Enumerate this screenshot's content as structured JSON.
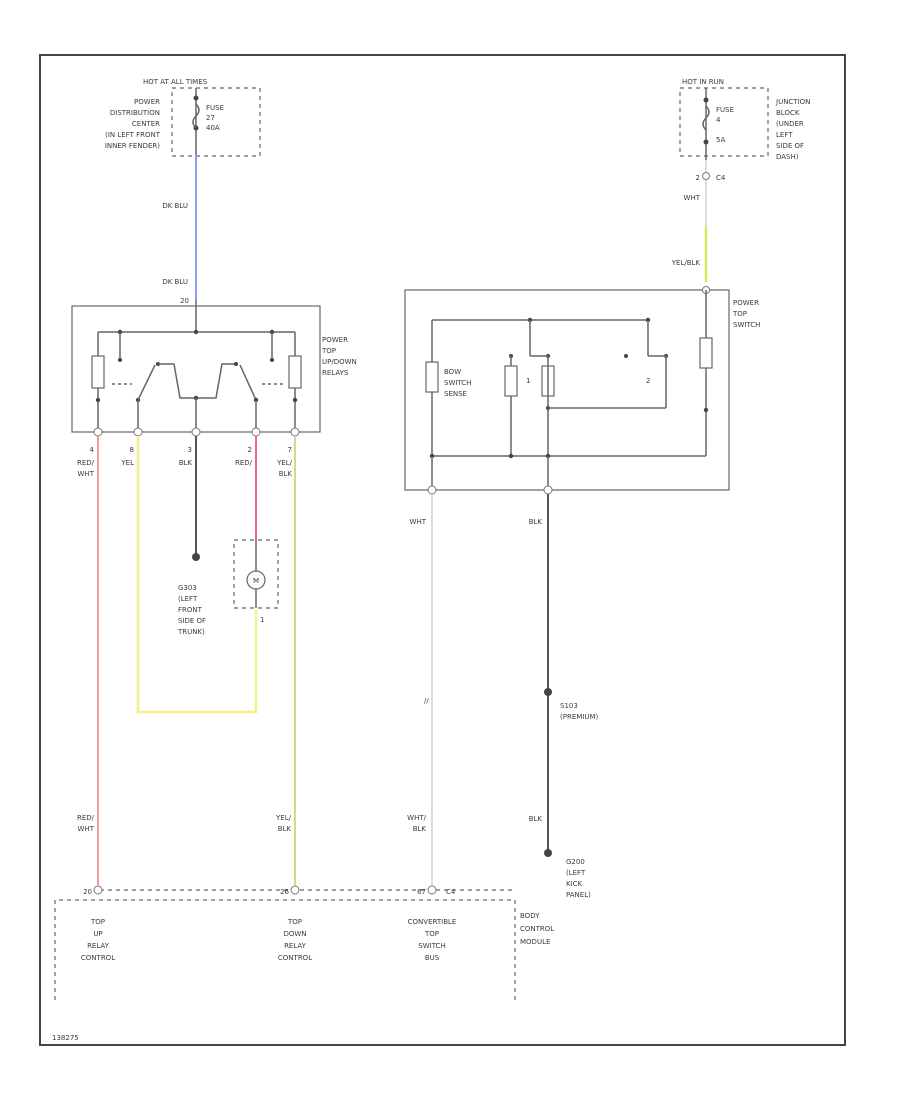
{
  "diagram": {
    "corner_code": "138275",
    "fuse_left": {
      "header": "HOT AT ALL TIMES",
      "location": [
        "POWER",
        "DISTRIBUTION",
        "CENTER",
        "(IN LEFT FRONT",
        "INNER FENDER)"
      ],
      "fuse": [
        "FUSE",
        "27",
        "40A"
      ],
      "pin": "20"
    },
    "fuse_right": {
      "header": "HOT IN RUN",
      "location": [
        "JUNCTION",
        "BLOCK",
        "(UNDER",
        "LEFT",
        "SIDE OF",
        "DASH)"
      ],
      "fuse": [
        "FUSE",
        "4",
        "5A"
      ],
      "pin": "2",
      "connector": "C4",
      "wire_upper": "WHT",
      "wire_lower": "YEL/BLK"
    },
    "wires_top": {
      "upper": "DK BLU",
      "lower": "DK BLU"
    },
    "relays": {
      "label": [
        "POWER",
        "TOP",
        "UP/DOWN",
        "RELAYS"
      ],
      "pins": [
        {
          "pin": "4",
          "color": [
            "RED/",
            "WHT"
          ]
        },
        {
          "pin": "8",
          "color": [
            "YEL"
          ]
        },
        {
          "pin": "3",
          "color": [
            "BLK"
          ]
        },
        {
          "pin": "2",
          "color": [
            "RED/"
          ]
        },
        {
          "pin": "7",
          "color": [
            "YEL/",
            "BLK"
          ]
        }
      ]
    },
    "ground_trunk": [
      "G303",
      "(LEFT",
      "FRONT",
      "SIDE OF",
      "TRUNK)"
    ],
    "motor_label": "M",
    "motor_pin": "1",
    "top_switch": {
      "label": [
        "POWER",
        "TOP",
        "SWITCH"
      ],
      "sensor": [
        "BOW",
        "SWITCH",
        "SENSE"
      ],
      "sw1": "1",
      "sw2": "2",
      "pin_wht": "WHT",
      "pin_blk": "BLK"
    },
    "splice": [
      "S103",
      "(PREMIUM)"
    ],
    "wire_blk_lower": "BLK",
    "ground_kick": [
      "G200",
      "(LEFT",
      "KICK",
      "PANEL)"
    ],
    "bottom_wires": {
      "left": [
        "RED/",
        "WHT"
      ],
      "center": [
        "YEL/",
        "BLK"
      ],
      "right": [
        "WHT/",
        "BLK"
      ]
    },
    "bcm": {
      "label": [
        "BODY",
        "CONTROL",
        "MODULE"
      ],
      "pins": [
        "20",
        "26",
        "67"
      ],
      "connector": "C4",
      "functions": [
        [
          "TOP",
          "UP",
          "RELAY",
          "CONTROL"
        ],
        [
          "TOP",
          "DOWN",
          "RELAY",
          "CONTROL"
        ],
        [
          "CONVERTIBLE",
          "TOP",
          "SWITCH",
          "BUS"
        ]
      ]
    },
    "colors": {
      "dk_blu": "#8e9bf2",
      "red_wht": "#f39b9b",
      "yel": "#f5f08a",
      "yel_blk": "#d8d68a",
      "red": "#f06a7f",
      "wht": "#cfcfcf",
      "blk": "#555555",
      "yel_blk_short": "#d9e85c"
    }
  }
}
